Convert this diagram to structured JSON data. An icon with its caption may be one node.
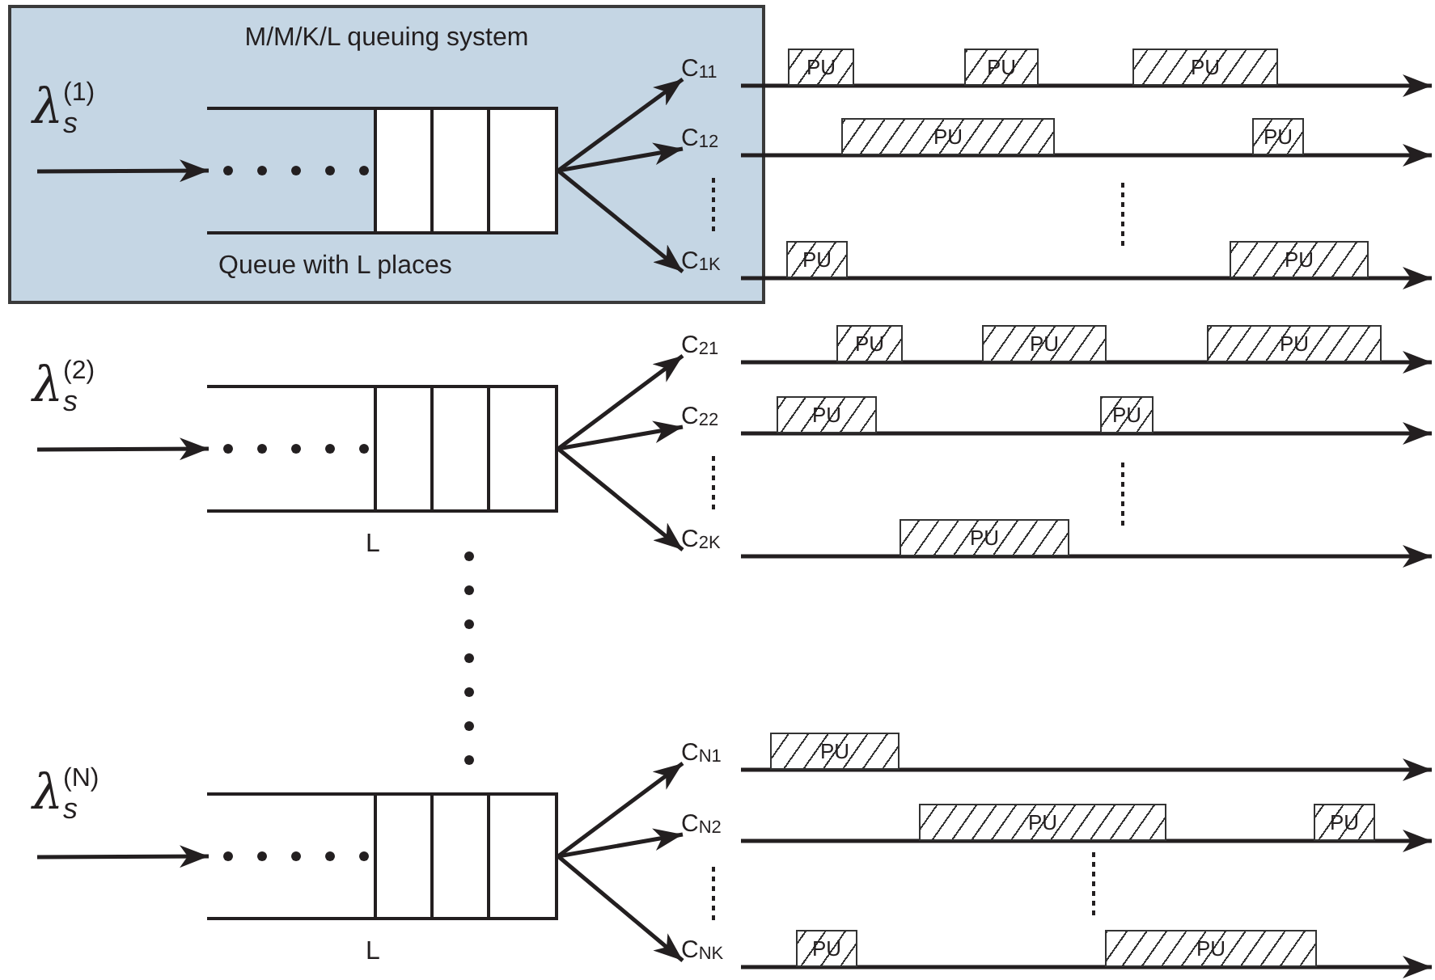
{
  "diagram": {
    "nodes": [
      {
        "text": [
          "M/M/K/L queuing system"
        ]
      },
      {
        "text": [
          "*λ*$_{s}$$^{(1)}$"
        ],
        "in": 0
      },
      {
        "text": [],
        "shape": "box",
        "in": 0,
        "beside": [
          "Queue with L places"
        ]
      },
      {
        "text": [
          "C$_{11}$"
        ],
        "in": 0
      },
      {
        "text": [
          "C$_{12}$"
        ],
        "in": 0
      },
      {
        "text": [
          "C$_{1K}$"
        ],
        "in": 0
      },
      {
        "text": [
          "PU"
        ]
      },
      {
        "text": [
          "PU"
        ]
      },
      {
        "text": [
          "PU"
        ]
      },
      {
        "text": [
          "PU"
        ]
      },
      {
        "text": [
          "PU"
        ]
      },
      {
        "text": [
          "PU"
        ]
      },
      {
        "text": [
          "PU"
        ]
      },
      {
        "text": [
          "*λ*$_{s}$$^{(2)}$"
        ]
      },
      {
        "text": [],
        "shape": "box",
        "beside": [
          "L"
        ]
      },
      {
        "text": [
          "C$_{21}$"
        ]
      },
      {
        "text": [
          "C$_{22}$"
        ]
      },
      {
        "text": [
          "C$_{2K}$"
        ]
      },
      {
        "text": [
          "PU"
        ]
      },
      {
        "text": [
          "PU"
        ]
      },
      {
        "text": [
          "PU"
        ]
      },
      {
        "text": [
          "PU"
        ]
      },
      {
        "text": [
          "PU"
        ]
      },
      {
        "text": [
          "PU"
        ]
      },
      {
        "text": [
          "*λ*$_{s}$$^{(N)}$"
        ]
      },
      {
        "text": [],
        "shape": "box",
        "beside": [
          "L"
        ]
      },
      {
        "text": [
          "C$_{N1}$"
        ]
      },
      {
        "text": [
          "C$_{N2}$"
        ]
      },
      {
        "text": [
          "C$_{NK}$"
        ]
      },
      {
        "text": [
          "PU"
        ]
      },
      {
        "text": [
          "PU"
        ]
      },
      {
        "text": [
          "PU"
        ]
      },
      {
        "text": [
          "PU"
        ]
      },
      {
        "text": [
          "PU"
        ]
      }
    ],
    "edges": [
      {
        "from": 1,
        "to": 2,
        "arrow": "to"
      },
      {
        "from": 2,
        "to": 3,
        "arrow": "to"
      },
      {
        "from": 2,
        "to": 4,
        "arrow": "to"
      },
      {
        "from": 2,
        "to": 5,
        "arrow": "to"
      },
      {
        "from": 13,
        "to": 14,
        "arrow": "to"
      },
      {
        "from": 14,
        "to": 15,
        "arrow": "to"
      },
      {
        "from": 14,
        "to": 16,
        "arrow": "to"
      },
      {
        "from": 14,
        "to": 17,
        "arrow": "to"
      },
      {
        "from": 24,
        "to": 25,
        "arrow": "to"
      },
      {
        "from": 25,
        "to": 26,
        "arrow": "to"
      },
      {
        "from": 25,
        "to": 27,
        "arrow": "to"
      },
      {
        "from": 25,
        "to": 28,
        "arrow": "to"
      },
      {
        "from": 3,
        "to": null,
        "arrow": "to"
      },
      {
        "from": 4,
        "to": null,
        "arrow": "to"
      },
      {
        "from": 5,
        "to": null,
        "arrow": "to"
      },
      {
        "from": 15,
        "to": null,
        "arrow": "to"
      },
      {
        "from": 16,
        "to": null,
        "arrow": "to"
      },
      {
        "from": 17,
        "to": null,
        "arrow": "to"
      },
      {
        "from": 26,
        "to": null,
        "arrow": "to"
      },
      {
        "from": 27,
        "to": null,
        "arrow": "to"
      },
      {
        "from": 28,
        "to": null,
        "arrow": "to"
      }
    ]
  }
}
